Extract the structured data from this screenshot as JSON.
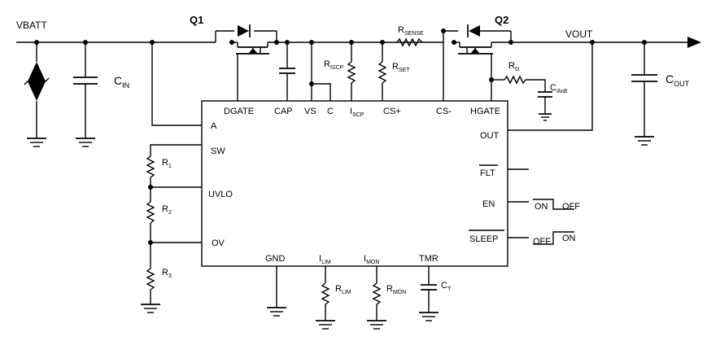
{
  "nets": {
    "vbatt": "VBATT",
    "vout": "VOUT"
  },
  "transistors": {
    "q1": "Q1",
    "q2": "Q2"
  },
  "components": {
    "cin": {
      "main": "C",
      "sub": "IN"
    },
    "cout": {
      "main": "C",
      "sub": "OUT"
    },
    "r1": {
      "main": "R",
      "sub": "1"
    },
    "r2": {
      "main": "R",
      "sub": "2"
    },
    "r3": {
      "main": "R",
      "sub": "3"
    },
    "riscp": {
      "main": "R",
      "sub": "ISCP"
    },
    "rset": {
      "main": "R",
      "sub": "SET"
    },
    "rsense": {
      "main": "R",
      "sub": "SENSE"
    },
    "rg": {
      "main": "R",
      "sub": "G"
    },
    "cdvdt": {
      "main": "C",
      "sub": "dvdt"
    },
    "rlim": {
      "main": "R",
      "sub": "LIM"
    },
    "rmon": {
      "main": "R",
      "sub": "MON"
    },
    "ct": {
      "main": "C",
      "sub": "T"
    }
  },
  "pins": {
    "dgate": "DGATE",
    "cap": "CAP",
    "vs": "VS",
    "c": "C",
    "iscp": {
      "main": "I",
      "sub": "SCP"
    },
    "csp": "CS+",
    "csm": "CS-",
    "hgate": "HGATE",
    "a": "A",
    "sw": "SW",
    "uvlo": "UVLO",
    "ov": "OV",
    "out": "OUT",
    "flt": "FLT",
    "en": "EN",
    "sleep": "SLEEP",
    "gnd": "GND",
    "ilim": {
      "main": "I",
      "sub": "LIM"
    },
    "imon": {
      "main": "I",
      "sub": "MON"
    },
    "tmr": "TMR"
  },
  "switches": {
    "en": {
      "left": "ON",
      "right": "OFF"
    },
    "sleep": {
      "left": "OFF",
      "right": "ON"
    }
  }
}
